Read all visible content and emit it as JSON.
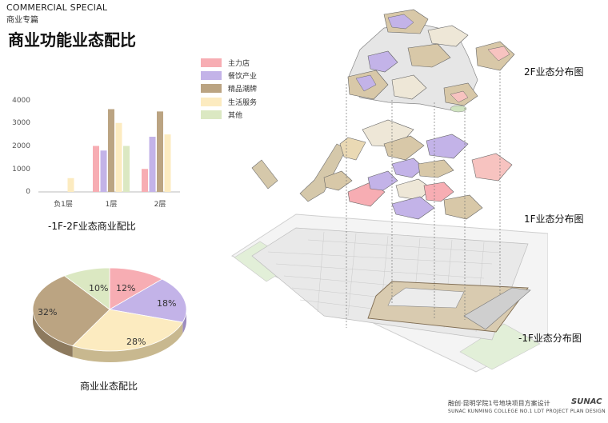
{
  "header": {
    "section_en": "COMMERCIAL SPECIAL",
    "section_cn": "商业专篇",
    "title": "商业功能业态配比"
  },
  "legend": [
    {
      "label": "主力店",
      "color": "#f7adb3"
    },
    {
      "label": "餐饮产业",
      "color": "#c3b3e8"
    },
    {
      "label": "精品潮牌",
      "color": "#bba482"
    },
    {
      "label": "生活服务",
      "color": "#fcebc0"
    },
    {
      "label": "其他",
      "color": "#dbe8c2"
    }
  ],
  "chart_data": [
    {
      "type": "bar",
      "title": "-1F-2F业态商业配比",
      "categories": [
        "负1层",
        "1层",
        "2层"
      ],
      "series": [
        {
          "name": "主力店",
          "values": [
            0,
            2000,
            1000
          ]
        },
        {
          "name": "餐饮产业",
          "values": [
            0,
            1800,
            2400
          ]
        },
        {
          "name": "精品潮牌",
          "values": [
            0,
            3600,
            3500
          ]
        },
        {
          "name": "生活服务",
          "values": [
            600,
            3000,
            2500
          ]
        },
        {
          "name": "其他",
          "values": [
            0,
            2000,
            0
          ]
        }
      ],
      "yticks": [
        "0",
        "1000",
        "2000",
        "3000",
        "4000"
      ],
      "ylim": [
        0,
        4000
      ]
    },
    {
      "type": "pie",
      "title": "商业业态配比",
      "labels": [
        "主力店",
        "餐饮产业",
        "生活服务",
        "精品潮牌",
        "其他"
      ],
      "values": [
        12,
        18,
        28,
        32,
        10
      ],
      "value_labels": [
        "12%",
        "18%",
        "28%",
        "32%",
        "10%"
      ]
    }
  ],
  "floors": {
    "f2": "2F业态分布图",
    "f1": "1F业态分布图",
    "fb1": "-1F业态分布图"
  },
  "footer": {
    "cn": "融创·昆明学院1号地块项目方案设计",
    "en": "SUNAC KUNMING COLLEGE NO.1 LDT PROJECT PLAN DESIGN",
    "logo": "SUNAC"
  }
}
